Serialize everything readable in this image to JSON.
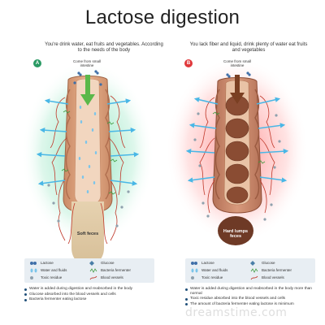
{
  "title": "Lactose digestion",
  "panel_a": {
    "badge": "A",
    "subtitle": "You're drink water, eat fruits and vegetables. According to the needs of the body",
    "come_from": "Come from small intestine",
    "feces_label": "Soft feces",
    "glow_color": "#5fd6a3",
    "legend": {
      "lactose": "Lactose",
      "glucose": "Glucose",
      "water": "Water and fluids",
      "bacteria": "Bacteria fermenter",
      "toxic": "Toxic residue",
      "blood": "Blood vessels"
    },
    "notes": [
      "Water is added during digestion and reabsorbed in the body",
      "Glucose absorbed into the blood vessels and cells",
      "Bacteria fermenter eating lactose"
    ]
  },
  "panel_b": {
    "badge": "B",
    "subtitle": "You lack fiber and liquid, drink plenty of water eat fruits and vegetables",
    "come_from": "Come from small intestine",
    "feces_label": "Hard lumps feces",
    "glow_color": "#ff6b6b",
    "legend": {
      "lactose": "Lactose",
      "glucose": "Glucose",
      "water": "Water and fluids",
      "bacteria": "Bacteria fermenter",
      "toxic": "Toxic residue",
      "blood": "Blood vessels"
    },
    "notes": [
      "Water is added during digestion and reabsorbed in the body more than normal",
      "Toxic residue absorbed into the blood vessels and cells",
      "The amount of bacteria fermenter eating lactose is minimum"
    ]
  },
  "watermark": "dreamstime.com"
}
